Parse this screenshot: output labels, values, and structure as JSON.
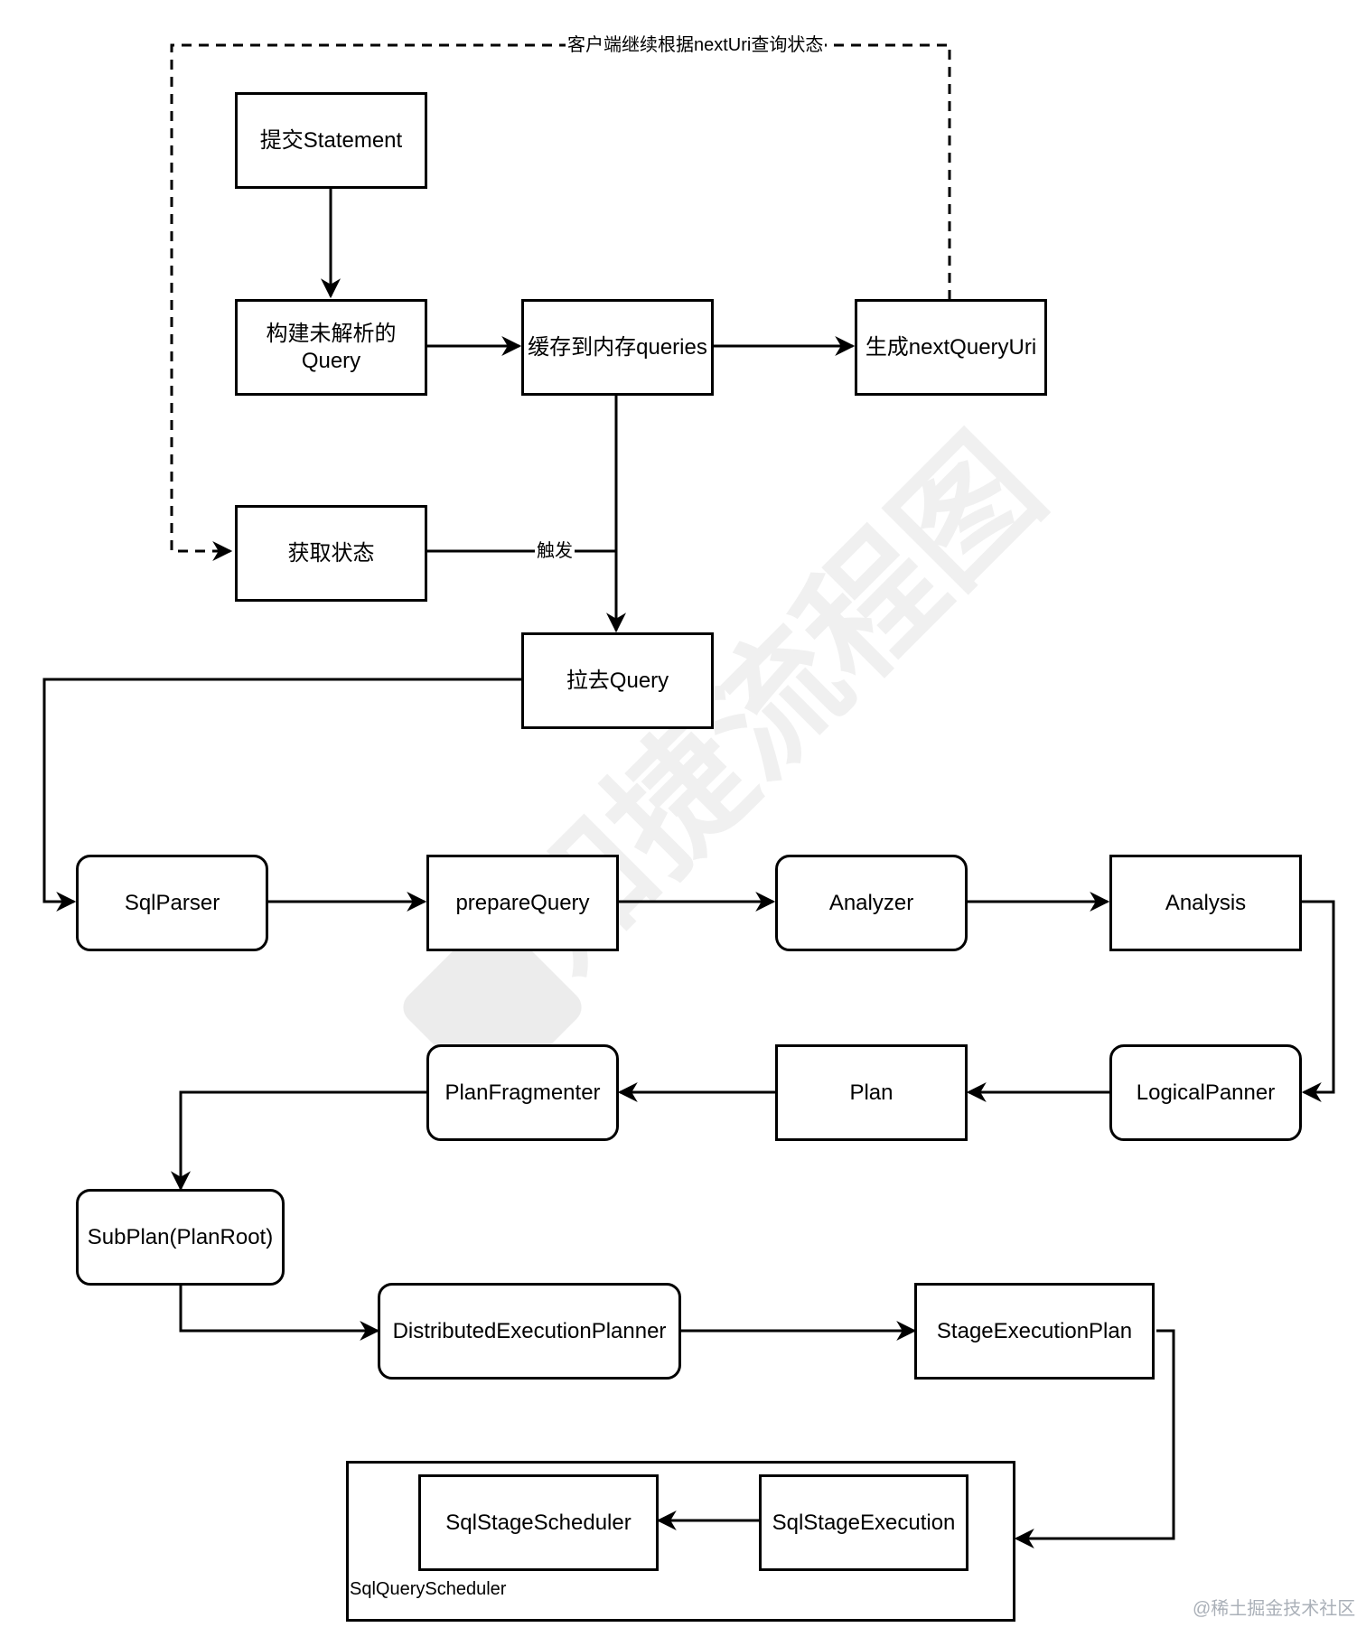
{
  "nodes": {
    "submit_statement": "提交Statement",
    "build_query": "构建未解析的\nQuery",
    "cache_queries": "缓存到内存queries",
    "gen_next_uri": "生成nextQueryUri",
    "get_status": "获取状态",
    "pull_query": "拉去Query",
    "sql_parser": "SqlParser",
    "prepare_query": "prepareQuery",
    "analyzer": "Analyzer",
    "analysis": "Analysis",
    "logical_planner": "LogicalPanner",
    "plan": "Plan",
    "plan_fragmenter": "PlanFragmenter",
    "subplan": "SubPlan(PlanRoot)",
    "distributed_planner": "DistributedExecutionPlanner",
    "stage_execution_plan": "StageExecutionPlan",
    "sql_stage_execution": "SqlStageExecution",
    "sql_stage_scheduler": "SqlStageScheduler"
  },
  "container": {
    "label": "SqlQueryScheduler"
  },
  "edge_labels": {
    "poll_loop": "客户端继续根据nextUri查询状态",
    "trigger": "触发"
  },
  "watermarks": {
    "diagonal": "知捷流程图",
    "corner": "@稀土掘金技术社区"
  }
}
